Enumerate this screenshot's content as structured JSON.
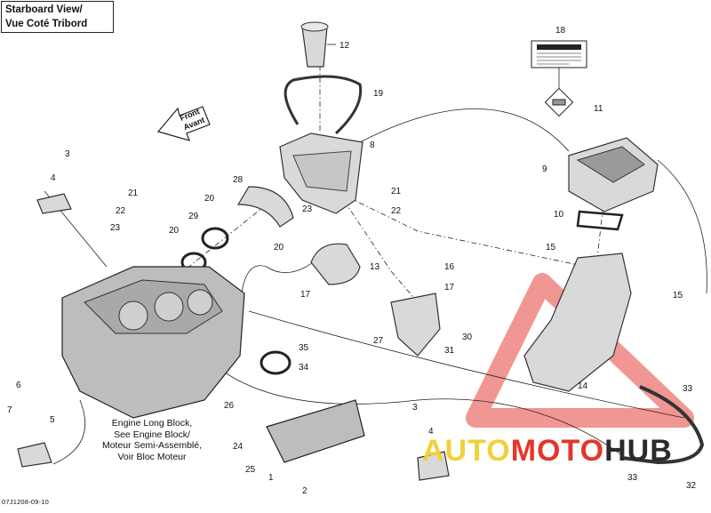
{
  "view_label": {
    "line1": "Starboard View/",
    "line2": "Vue Coté Tribord"
  },
  "front_arrow": {
    "line1": "Front",
    "line2": "Avant"
  },
  "engine_caption": {
    "line1": "Engine Long Block,",
    "line2": "See Engine Block/",
    "line3": "Moteur Semi-Assemblé,",
    "line4": "Voir Bloc Moteur"
  },
  "drawing_code": "07J1208-09-10",
  "watermark": {
    "part1": "AUTO",
    "part2": "MOTO",
    "part3": "HUB",
    "colors": [
      "#f0d13a",
      "#e2372b",
      "#2b2b2b"
    ]
  },
  "callouts": [
    "12",
    "19",
    "18",
    "11",
    "8",
    "9",
    "3",
    "4",
    "21",
    "22",
    "23",
    "20",
    "28",
    "29",
    "20",
    "23",
    "21",
    "22",
    "10",
    "20",
    "13",
    "16",
    "17",
    "15",
    "15",
    "17",
    "27",
    "30",
    "31",
    "35",
    "34",
    "14",
    "6",
    "7",
    "5",
    "26",
    "24",
    "25",
    "1",
    "2",
    "3",
    "4",
    "33",
    "33",
    "32"
  ]
}
